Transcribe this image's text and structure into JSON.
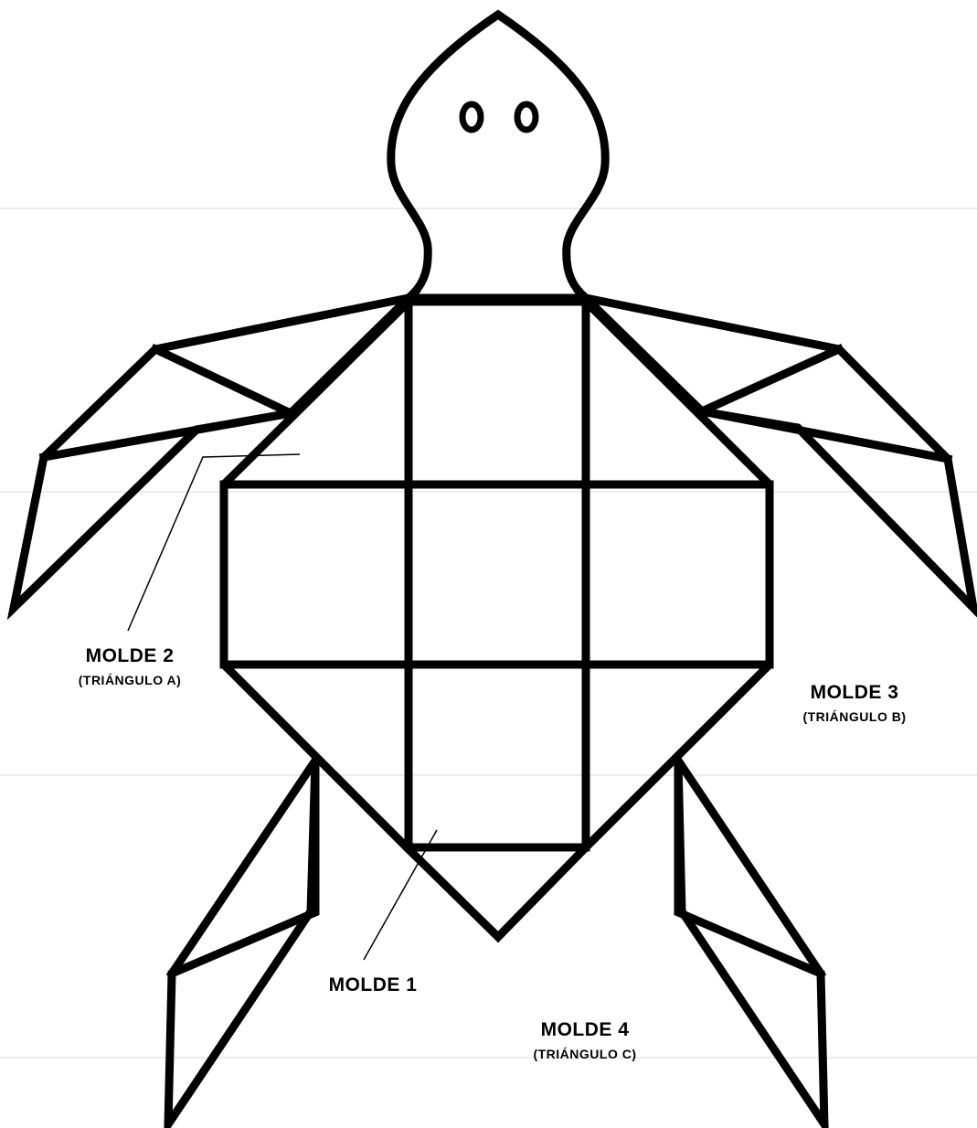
{
  "labels": {
    "molde1": {
      "title": "MOLDE 1"
    },
    "molde2": {
      "title": "MOLDE 2",
      "subtitle": "(TRIÁNGULO A)"
    },
    "molde3": {
      "title": "MOLDE 3",
      "subtitle": "(TRIÁNGULO B)"
    },
    "molde4": {
      "title": "MOLDE 4",
      "subtitle": "(TRIÁNGULO C)"
    }
  },
  "colors": {
    "line": "#000000",
    "background": "#ffffff"
  }
}
